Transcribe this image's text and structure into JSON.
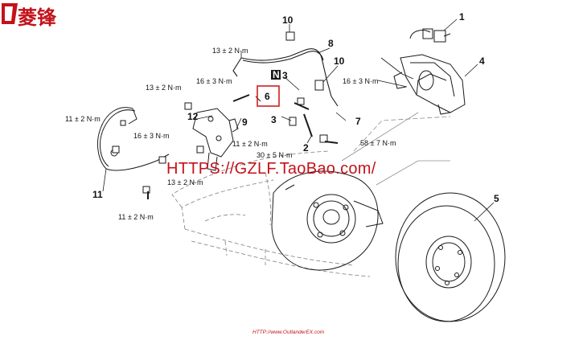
{
  "callouts": {
    "n1": "1",
    "n2": "2",
    "n3a": "3",
    "n3b": "3",
    "n4": "4",
    "n5": "5",
    "n6": "6",
    "n7": "7",
    "n8": "8",
    "n9": "9",
    "n10a": "10",
    "n10b": "10",
    "n11": "11",
    "n12": "12",
    "n_box": "N"
  },
  "torques": {
    "t_8_top": "13 ± 2 N·m",
    "t_left_top": "13 ± 2 N·m",
    "t_16_mid": "16 ± 3 N·m",
    "t_16_right": "16 ± 3 N·m",
    "t_11_left": "11 ± 2 N·m",
    "t_16_left": "16 ± 3 N·m",
    "t_11_center": "11 ± 2 N·m",
    "t_30": "30 ± 5 N·m",
    "t_58": "58 ± 7 N·m",
    "t_13_lower": "13 ± 2 N·m",
    "t_11_bottom": "11 ± 2 N·m"
  },
  "watermark": "HTTPS://GZLF.TaoBao.com/",
  "brand": {
    "name": "菱锋",
    "url": "HTTP://www.OutlanderEX.com"
  },
  "colors": {
    "line": "#1a1a1a",
    "ghost": "#8c8c8c",
    "highlight_box": "#d01e1e",
    "watermark": "#c4121a"
  }
}
